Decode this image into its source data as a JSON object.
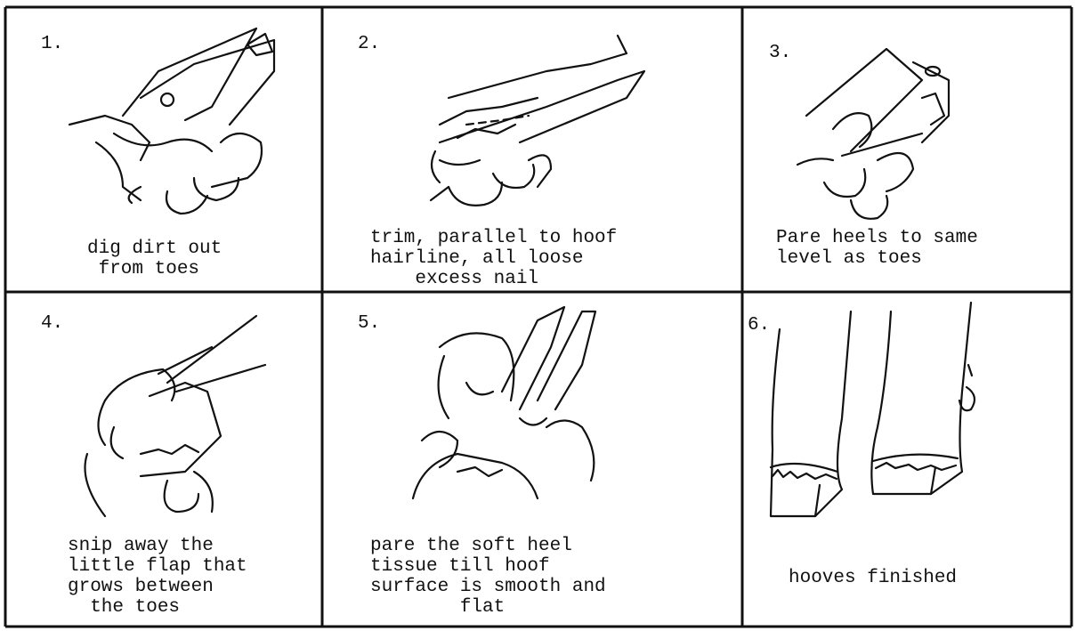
{
  "panels": [
    {
      "number": "1.",
      "caption": "dig dirt out\n from toes",
      "illustration": "hoof-trimmer-digging-toes"
    },
    {
      "number": "2.",
      "caption": "trim, parallel to hoof\nhairline, all loose\n    excess nail",
      "illustration": "hoof-trimmer-cutting-nail"
    },
    {
      "number": "3.",
      "caption": "Pare heels to same\nlevel as toes",
      "illustration": "hoof-trimmer-paring-heels"
    },
    {
      "number": "4.",
      "caption": "snip away the\nlittle flap that\ngrows between\n  the toes",
      "illustration": "hoof-trimmer-snipping-flap"
    },
    {
      "number": "5.",
      "caption": "pare the soft heel\ntissue till hoof\nsurface is smooth and\n        flat",
      "illustration": "hand-holding-trimmed-hoof"
    },
    {
      "number": "6.",
      "caption": "hooves finished",
      "illustration": "finished-goat-hooves"
    }
  ]
}
